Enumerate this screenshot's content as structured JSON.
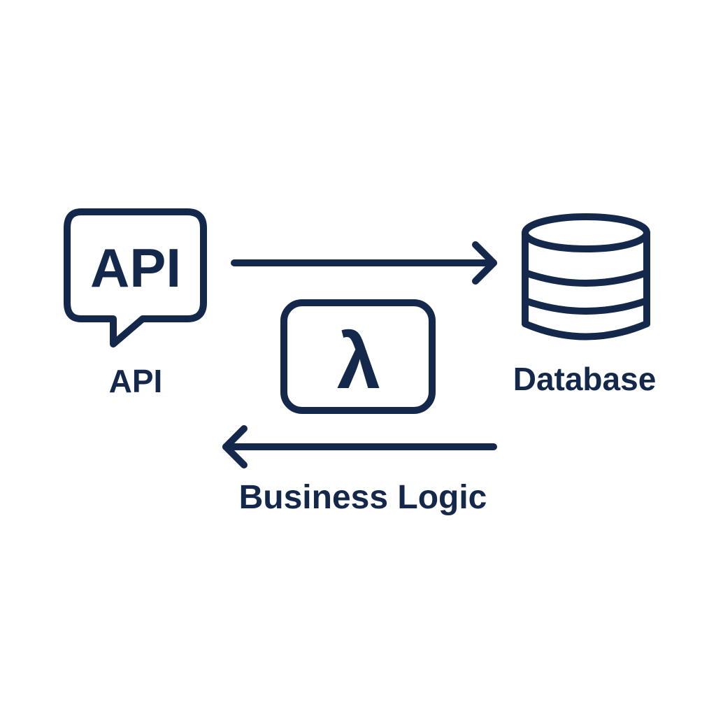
{
  "colors": {
    "ink": "#14284b",
    "background": "#ffffff"
  },
  "nodes": {
    "api": {
      "icon": "speech-bubble-icon",
      "icon_text": "API",
      "label": "API"
    },
    "lambda": {
      "icon": "lambda-icon",
      "icon_text": "λ"
    },
    "database": {
      "icon": "database-icon",
      "label": "Database"
    }
  },
  "edges": {
    "forward": {
      "icon": "arrow-right-icon",
      "from": "API",
      "to": "Database"
    },
    "back": {
      "icon": "arrow-left-icon",
      "from": "Database",
      "to": "API",
      "label": "Business Logic"
    }
  }
}
